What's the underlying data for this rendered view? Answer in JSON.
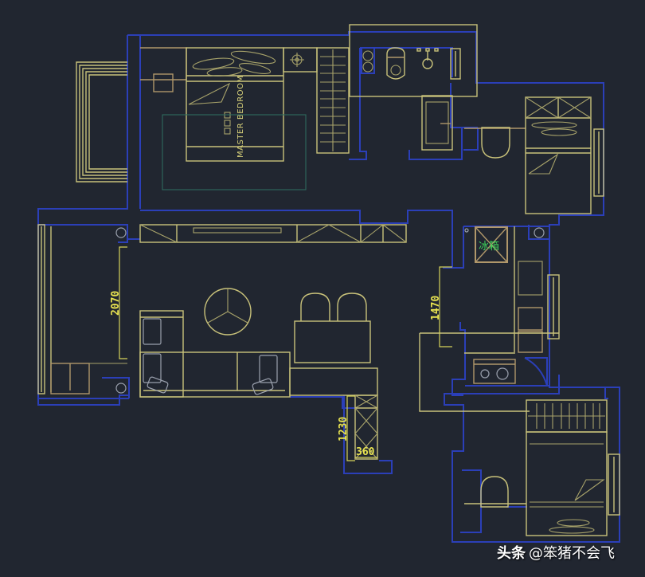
{
  "canvas": {
    "background": "#212630",
    "wall_color": "#2b3fb8",
    "furniture_color": "#c9c27a",
    "dimension_color": "#e8e350",
    "appliance_label_color": "#3fd35a"
  },
  "rooms": {
    "master_bedroom": {
      "label": "MASTER BEDROOM"
    },
    "kitchen": {
      "fridge_label": "冰箱"
    }
  },
  "dimensions": {
    "living_room_height": "2070",
    "kitchen_height": "1470",
    "cabinet_height": "1230",
    "cabinet_width": "360"
  },
  "watermark": {
    "brand": "头条",
    "handle": "@笨猪不会飞"
  }
}
